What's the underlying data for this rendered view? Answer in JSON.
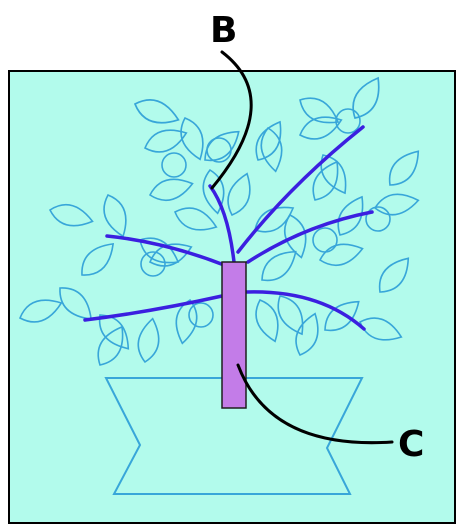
{
  "labels": {
    "b": "B",
    "c": "C"
  },
  "colors": {
    "panel_fill": "#b2fbec",
    "panel_stroke": "#000000",
    "leaf_stroke": "#38a6d9",
    "branch": "#3b1fe0",
    "trunk_fill": "#c37ce8",
    "trunk_stroke": "#1e1e1e",
    "leader_line": "#000000"
  },
  "icons": {
    "leaf": "leaf-outline",
    "berry": "circle-outline",
    "pot": "trapezoid-pot"
  }
}
